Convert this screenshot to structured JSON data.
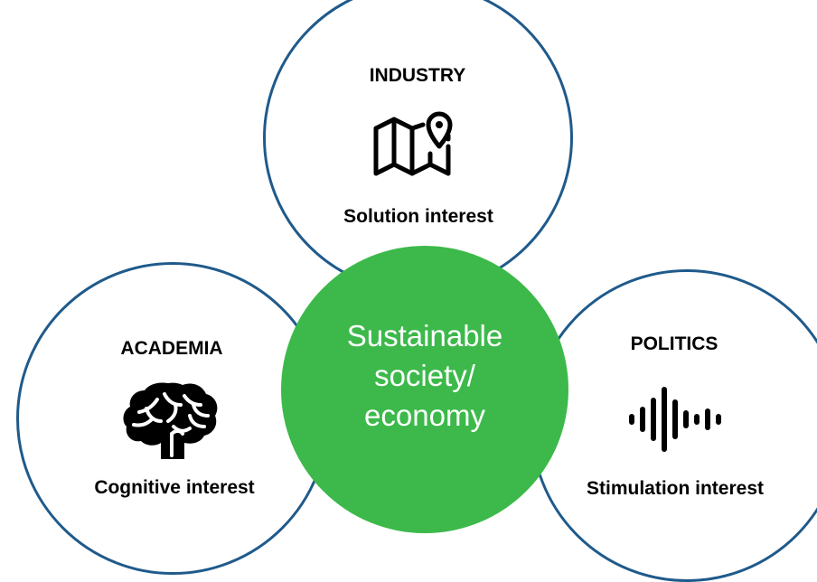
{
  "center": {
    "lines": [
      "Sustainable",
      "society/",
      "economy"
    ],
    "color": "#3cb94a"
  },
  "outer_border_color": "#1f5a8b",
  "nodes": {
    "industry": {
      "title": "INDUSTRY",
      "interest": "Solution interest",
      "icon": "map-pin-icon"
    },
    "academia": {
      "title": "ACADEMIA",
      "interest": "Cognitive interest",
      "icon": "brain-icon"
    },
    "politics": {
      "title": "POLITICS",
      "interest": "Stimulation interest",
      "icon": "sound-wave-icon"
    }
  }
}
